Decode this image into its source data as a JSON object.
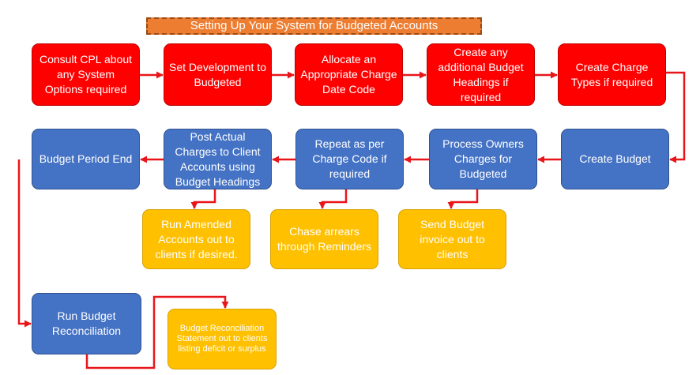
{
  "title": "Setting Up Your System for Budgeted Accounts",
  "steps": {
    "consult_cpl": "Consult CPL about any System Options required",
    "set_development": "Set Development to Budgeted",
    "allocate_charge_date": "Allocate an Appropriate Charge Date Code",
    "create_budget_headings": "Create any additional Budget Headings if required",
    "create_charge_types": "Create Charge Types if required",
    "create_budget": "Create Budget",
    "process_owners_charges": "Process Owners Charges for Budgeted",
    "repeat_per_charge_code": "Repeat as per Charge Code if required",
    "post_actual_charges": "Post Actual Charges to Client Accounts using Budget Headings",
    "budget_period_end": "Budget Period End",
    "run_amended_accounts": "Run Amended Accounts out to clients if desired.",
    "chase_arrears": "Chase arrears through Reminders",
    "send_budget_invoice": "Send Budget invoice out to clients",
    "run_budget_reconciliation": "Run Budget Reconciliation",
    "reconciliation_statement": "Budget Reconciliation Statement out to clients listing deficit or surplus"
  },
  "colors": {
    "setup_step": "#fe0000",
    "process_step": "#4472c4",
    "output_step": "#ffc000",
    "title_banner": "#ed7d31",
    "connector": "#e8161b"
  }
}
